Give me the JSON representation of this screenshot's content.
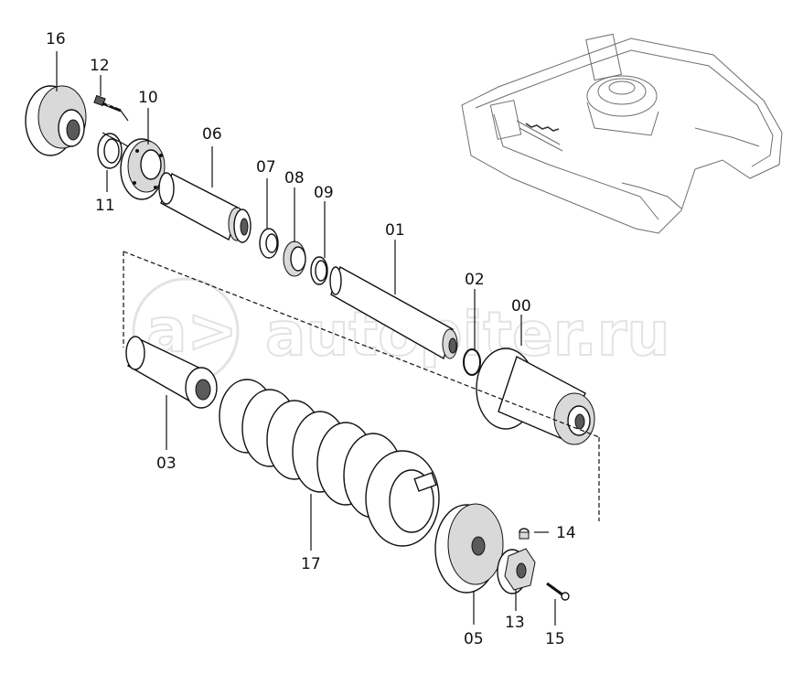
{
  "diagram": {
    "parts": [
      {
        "id": "p16",
        "label": "16"
      },
      {
        "id": "p12",
        "label": "12"
      },
      {
        "id": "p10",
        "label": "10"
      },
      {
        "id": "p11",
        "label": "11"
      },
      {
        "id": "p06",
        "label": "06"
      },
      {
        "id": "p07",
        "label": "07"
      },
      {
        "id": "p08",
        "label": "08"
      },
      {
        "id": "p09",
        "label": "09"
      },
      {
        "id": "p01",
        "label": "01"
      },
      {
        "id": "p02",
        "label": "02"
      },
      {
        "id": "p00",
        "label": "00"
      },
      {
        "id": "p03",
        "label": "03"
      },
      {
        "id": "p17",
        "label": "17"
      },
      {
        "id": "p05",
        "label": "05"
      },
      {
        "id": "p14",
        "label": "14"
      },
      {
        "id": "p13",
        "label": "13"
      },
      {
        "id": "p15",
        "label": "15"
      }
    ]
  },
  "watermark": {
    "text": "autopiter.ru",
    "color": "#e3e3e3"
  }
}
